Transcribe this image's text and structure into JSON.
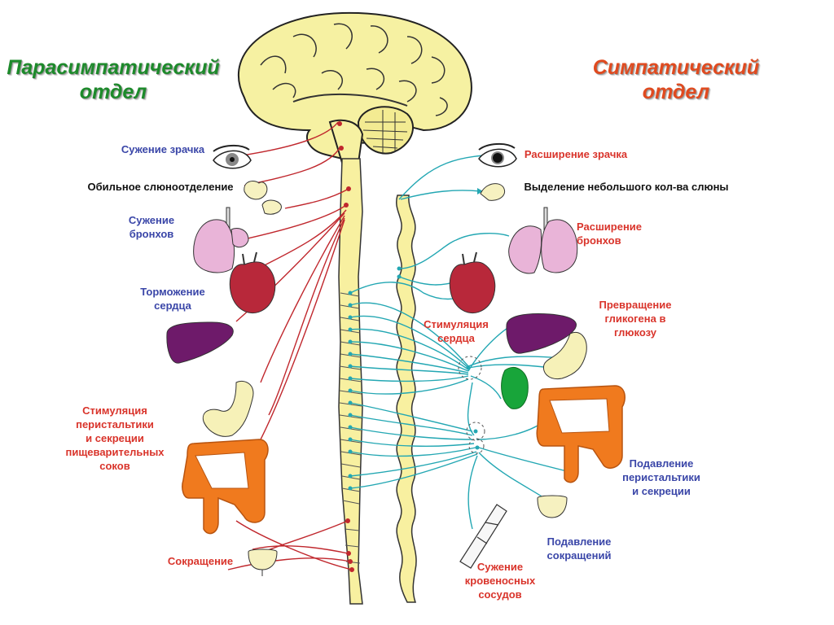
{
  "titles": {
    "parasympathetic": "Парасимпатический\nотдел",
    "sympathetic": "Симпатический\nотдел"
  },
  "parasympathetic_effects": {
    "pupil": "Сужение зрачка",
    "saliva": "Обильное слюноотделение",
    "bronchi": "Сужение\nбронхов",
    "heart": "Торможение\nсердца",
    "digestion": "Стимуляция\nперистальтики\nи секреции\nпищеварительных\nсоков",
    "bladder": "Сокращение"
  },
  "sympathetic_effects": {
    "pupil": "Расширение зрачка",
    "saliva": "Выделение небольшого кол-ва слюны",
    "bronchi": "Расширение\nбронхов",
    "glycogen": "Превращение\nгликогена в\nглюкозу",
    "heart": "Стимуляция\nсердца",
    "peristalsis": "Подавление\nперистальтики\nи секреции",
    "bladder": "Подавление\nсокращений",
    "vessels": "Сужение\nкровеносных\nсосудов"
  },
  "colors": {
    "parasympathetic_title": "#1d8a2b",
    "sympathetic_title": "#e04a1f",
    "parasympathetic_nerves": "#c0272d",
    "sympathetic_nerves": "#23a7b3",
    "brain": "#f6f1a2",
    "spinal_cord": "#f8f0a0",
    "organ_pink": "#e9b4d8",
    "heart": "#b8283a",
    "liver": "#6e1a6a",
    "intestine": "#f07a1e",
    "gallbladder": "#18a53a",
    "label_blue": "#3a46a8",
    "label_red": "#d9342b"
  }
}
